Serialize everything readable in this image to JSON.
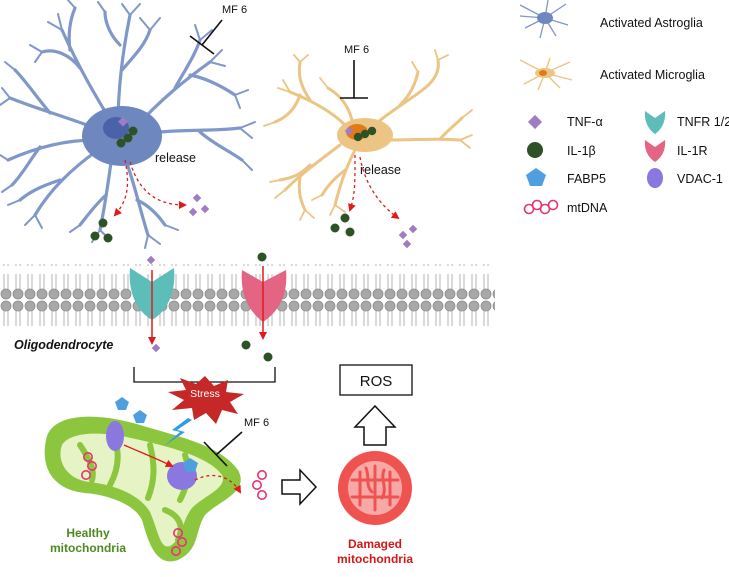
{
  "inhibitor": "MF 6",
  "release_label": "release",
  "cell_label": "Oligodendrocyte",
  "stress_label": "Stress",
  "ros_label": "ROS",
  "healthy_label_line1": "Healthy",
  "healthy_label_line2": "mitochondria",
  "damaged_label_line1": "Damaged",
  "damaged_label_line2": "mitochondria",
  "legend": {
    "astroglia": "Activated Astroglia",
    "microglia": "Activated Microglia",
    "tnf": "TNF-α",
    "tnfr": "TNFR 1/2",
    "il1b": "IL-1β",
    "il1r": "IL-1R",
    "fabp5": "FABP5",
    "vdac": "VDAC-1",
    "mtdna": "mtDNA"
  },
  "colors": {
    "astroglia": "#7f97c9",
    "microglia": "#ecc483",
    "tnf": "#a07cc5",
    "il1b": "#2d5225",
    "fabp5": "#4f9fe0",
    "mtdna": "#e8336d",
    "tnfr": "#5dbdb8",
    "il1r": "#e46483",
    "vdac": "#8a78e0",
    "healthy_mito": "#8cc63f",
    "damaged_mito": "#ef5350",
    "stress": "#c62828",
    "healthy_text": "#4e8a1f",
    "damaged_text": "#d01818"
  }
}
